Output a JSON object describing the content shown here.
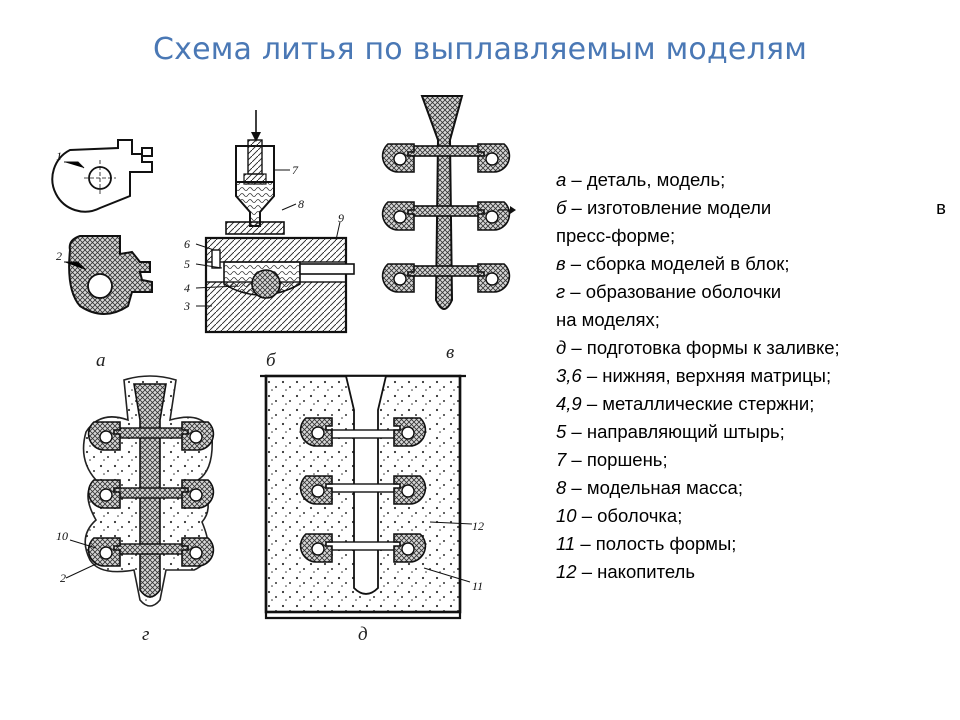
{
  "title": "Схема литья по выплавляемым моделям",
  "figure_labels": {
    "a": "а",
    "b": "б",
    "v": "в",
    "g": "г",
    "d": "д"
  },
  "callouts": {
    "a1": "1",
    "a2": "2",
    "b7": "7",
    "b8": "8",
    "b9": "9",
    "b6": "6",
    "b5": "5",
    "b4": "4",
    "b3": "3",
    "g10": "10",
    "g2": "2",
    "d12": "12",
    "d11": "11"
  },
  "legend": [
    {
      "key": "а",
      "text": " – деталь, модель;"
    },
    {
      "key": "б",
      "text": " – изготовление модели",
      "tail": "в"
    },
    {
      "key": "",
      "text": "пресс-форме;"
    },
    {
      "key": "в",
      "text": " – сборка моделей в блок;"
    },
    {
      "key": "г",
      "text": " – образование оболочки"
    },
    {
      "key": "",
      "text": "на моделях;"
    },
    {
      "key": "д",
      "text": " – подготовка формы к заливке;"
    },
    {
      "key": "3,6",
      "text": " – нижняя, верхняя матрицы;"
    },
    {
      "key": "4,9",
      "text": " – металлические стержни;"
    },
    {
      "key": "5",
      "text": " – направляющий штырь;"
    },
    {
      "key": "7",
      "text": " – поршень;"
    },
    {
      "key": "8",
      "text": " – модельная масса;"
    },
    {
      "key": "10",
      "text": " – оболочка;"
    },
    {
      "key": "11",
      "text": " – полость формы;"
    },
    {
      "key": "12",
      "text": " – накопитель"
    }
  ]
}
